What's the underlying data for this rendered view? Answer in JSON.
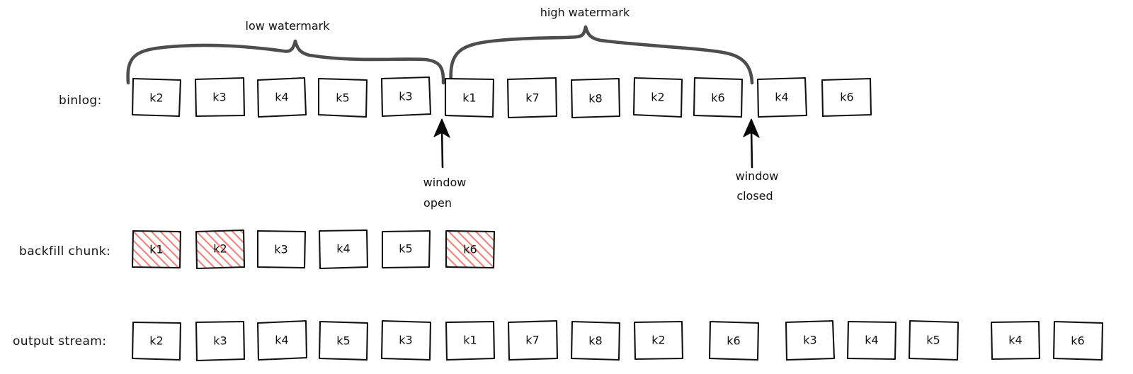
{
  "meta": {
    "title": "binlog watermark / backfill chunk diagram",
    "style": "hand-drawn whiteboard sketch",
    "background": "#ffffff",
    "ink_color": "#111111",
    "brace_color": "#4d4d4d",
    "highlight_color": "#e8736b",
    "highlight_fill": "#f8c9c4"
  },
  "rows": [
    {
      "id": "binlog",
      "label": "binlog:",
      "boxes": [
        {
          "text": "k2",
          "highlighted": false
        },
        {
          "text": "k3",
          "highlighted": false
        },
        {
          "text": "k4",
          "highlighted": false
        },
        {
          "text": "k5",
          "highlighted": false
        },
        {
          "text": "k3",
          "highlighted": false
        },
        {
          "text": "k1",
          "highlighted": false
        },
        {
          "text": "k7",
          "highlighted": false
        },
        {
          "text": "k8",
          "highlighted": false
        },
        {
          "text": "k2",
          "highlighted": false
        },
        {
          "text": "k6",
          "highlighted": false
        },
        {
          "text": "k4",
          "highlighted": false
        },
        {
          "text": "k6",
          "highlighted": false
        }
      ]
    },
    {
      "id": "backfill-chunk",
      "label": "backfill chunk:",
      "boxes": [
        {
          "text": "k1",
          "highlighted": true
        },
        {
          "text": "k2",
          "highlighted": true
        },
        {
          "text": "k3",
          "highlighted": false
        },
        {
          "text": "k4",
          "highlighted": false
        },
        {
          "text": "k5",
          "highlighted": false
        },
        {
          "text": "k6",
          "highlighted": true
        }
      ]
    },
    {
      "id": "output-stream",
      "label": "output stream:",
      "boxes": [
        {
          "text": "k2",
          "highlighted": false,
          "gap_before": false
        },
        {
          "text": "k3",
          "highlighted": false,
          "gap_before": false
        },
        {
          "text": "k4",
          "highlighted": false,
          "gap_before": false
        },
        {
          "text": "k5",
          "highlighted": false,
          "gap_before": false
        },
        {
          "text": "k3",
          "highlighted": false,
          "gap_before": false
        },
        {
          "text": "k1",
          "highlighted": false,
          "gap_before": false
        },
        {
          "text": "k7",
          "highlighted": false,
          "gap_before": false
        },
        {
          "text": "k8",
          "highlighted": false,
          "gap_before": false
        },
        {
          "text": "k2",
          "highlighted": false,
          "gap_before": false
        },
        {
          "text": "k6",
          "highlighted": false,
          "gap_before": false
        },
        {
          "text": "k3",
          "highlighted": false,
          "gap_before": true
        },
        {
          "text": "k4",
          "highlighted": false,
          "gap_before": false
        },
        {
          "text": "k5",
          "highlighted": false,
          "gap_before": false
        },
        {
          "text": "k4",
          "highlighted": false,
          "gap_before": true
        },
        {
          "text": "k6",
          "highlighted": false,
          "gap_before": false
        }
      ]
    }
  ],
  "braces": [
    {
      "id": "low-watermark",
      "label": "low watermark",
      "spans_boxes": "binlog 1-5"
    },
    {
      "id": "high-watermark",
      "label": "high watermark",
      "spans_boxes": "binlog 6-10"
    }
  ],
  "annotations": [
    {
      "id": "window-open",
      "line1": "window",
      "line2": "open",
      "points_to": "binlog box 6 (k1)"
    },
    {
      "id": "window-closed",
      "line1": "window",
      "line2": "closed",
      "points_to": "binlog box 11 (k4)"
    }
  ]
}
